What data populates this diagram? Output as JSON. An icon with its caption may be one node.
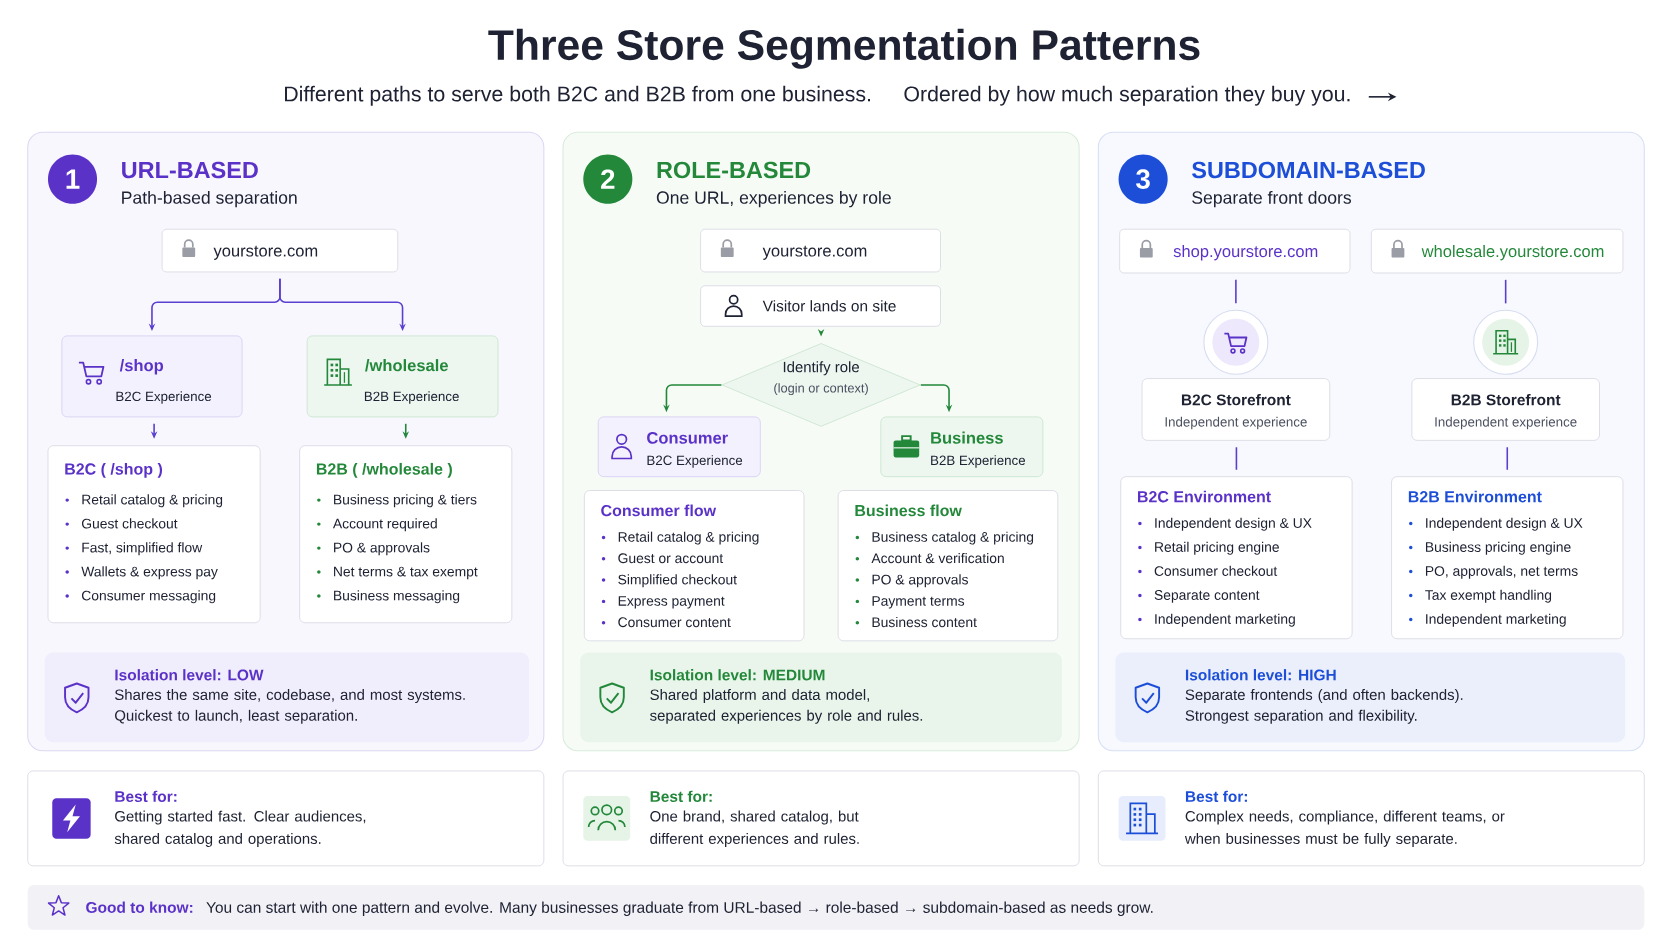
{
  "diagram": {
    "title": "Three Store Segmentation Patterns",
    "nodes": [
      {
        "text": [
          "URL-BASED",
          "Path-based separation"
        ]
      },
      {
        "text": [
          "1"
        ],
        "in": 0
      },
      {
        "text": [
          "yourstore.com"
        ],
        "in": 0
      },
      {
        "text": [
          "/shop",
          "B2C Experience"
        ],
        "in": 0
      },
      {
        "text": [
          "/wholesale",
          "B2B Experience"
        ],
        "in": 0
      },
      {
        "text": [
          "B2C ( /shop )",
          "Retail catalog & pricing",
          "Guest checkout",
          "Fast, simplified flow",
          "Wallets & express pay",
          "Consumer messaging"
        ],
        "in": 0
      },
      {
        "text": [
          "B2B ( /wholesale )",
          "Business pricing & tiers",
          "Account required",
          "PO & approvals",
          "Net terms & tax exempt",
          "Business messaging"
        ],
        "in": 0
      },
      {
        "text": [
          "Isolation level: LOW",
          "Shares the same site, codebase, and most systems. Quickest to launch, least separation."
        ],
        "in": 0
      },
      {
        "text": [
          "ROLE-BASED",
          "One URL, experiences by role"
        ]
      },
      {
        "text": [
          "2"
        ],
        "in": 8
      },
      {
        "text": [
          "yourstore.com"
        ],
        "in": 8
      },
      {
        "text": [
          "Visitor lands on site"
        ],
        "in": 8
      },
      {
        "text": [
          "Identify role",
          "(login or context)"
        ],
        "in": 8
      },
      {
        "text": [
          "Consumer",
          "B2C Experience"
        ],
        "in": 8
      },
      {
        "text": [
          "Business",
          "B2B Experience"
        ],
        "in": 8
      },
      {
        "text": [
          "Consumer flow",
          "Retail catalog & pricing",
          "Guest or account",
          "Simplified checkout",
          "Express payment",
          "Consumer content"
        ],
        "in": 8
      },
      {
        "text": [
          "Business flow",
          "Business catalog & pricing",
          "Account & verification",
          "PO & approvals",
          "Payment terms",
          "Business content"
        ],
        "in": 8
      },
      {
        "text": [
          "Isolation level: MEDIUM",
          "Shared platform and data model, separated experiences by role and rules."
        ],
        "in": 8
      },
      {
        "text": [
          "SUBDOMAIN-BASED",
          "Separate front doors"
        ]
      },
      {
        "text": [
          "3"
        ],
        "in": 18
      },
      {
        "text": [
          "shop.yourstore.com"
        ],
        "in": 18
      },
      {
        "text": [
          "wholesale.yourstore.com"
        ],
        "in": 18
      },
      {
        "text": [],
        "shape": "circle",
        "in": 18
      },
      {
        "text": [],
        "shape": "circle",
        "in": 18
      },
      {
        "text": [
          "B2C Storefront",
          "Independent experience"
        ],
        "in": 18
      },
      {
        "text": [
          "B2B Storefront",
          "Independent experience"
        ],
        "in": 18
      },
      {
        "text": [
          "B2C Environment",
          "Independent design & UX",
          "Retail pricing engine",
          "Consumer checkout",
          "Separate content",
          "Independent marketing"
        ],
        "in": 18
      },
      {
        "text": [
          "B2B Environment",
          "Independent design & UX",
          "Business pricing engine",
          "PO, approvals, net terms",
          "Tax exempt handling",
          "Independent marketing"
        ],
        "in": 18
      },
      {
        "text": [
          "Isolation level: HIGH",
          "Separate frontends (and often backends). Strongest separation and flexibility."
        ],
        "in": 18
      },
      {
        "text": [
          "Best for:",
          "Getting started fast. Clear audiences, shared catalog and operations."
        ]
      },
      {
        "text": [
          "Best for:",
          "One brand, shared catalog, but different experiences and rules."
        ]
      },
      {
        "text": [
          "Best for:",
          "Complex needs, compliance, different teams, or when businesses must be fully separate."
        ]
      },
      {
        "text": [
          "Good to know:",
          "You can start with one pattern and evolve. Many businesses graduate from URL-based → role-based → subdomain-based as needs grow."
        ]
      }
    ],
    "edges": [
      {
        "from": 2,
        "to": 3,
        "arrow": "to"
      },
      {
        "from": 2,
        "to": 4,
        "arrow": "to"
      },
      {
        "from": 3,
        "to": 5,
        "arrow": "to"
      },
      {
        "from": 4,
        "to": 6,
        "arrow": "to",
        "color": "#23883a"
      },
      {
        "from": 11,
        "to": 12,
        "arrow": "to",
        "color": "#23883a"
      },
      {
        "from": 12,
        "to": 13,
        "arrow": "to",
        "color": "#23883a"
      },
      {
        "from": 12,
        "to": 14,
        "arrow": "to",
        "color": "#23883a"
      },
      {
        "from": 20,
        "to": 22,
        "arrow": "none"
      },
      {
        "from": 24,
        "to": 26,
        "arrow": "none"
      },
      {
        "from": 21,
        "to": 23,
        "arrow": "none"
      },
      {
        "from": 25,
        "to": 27,
        "arrow": "none"
      }
    ],
    "labels": [
      "Different paths to serve both B2C and B2B from one business.",
      "Ordered by how much separation they buy you."
    ]
  }
}
